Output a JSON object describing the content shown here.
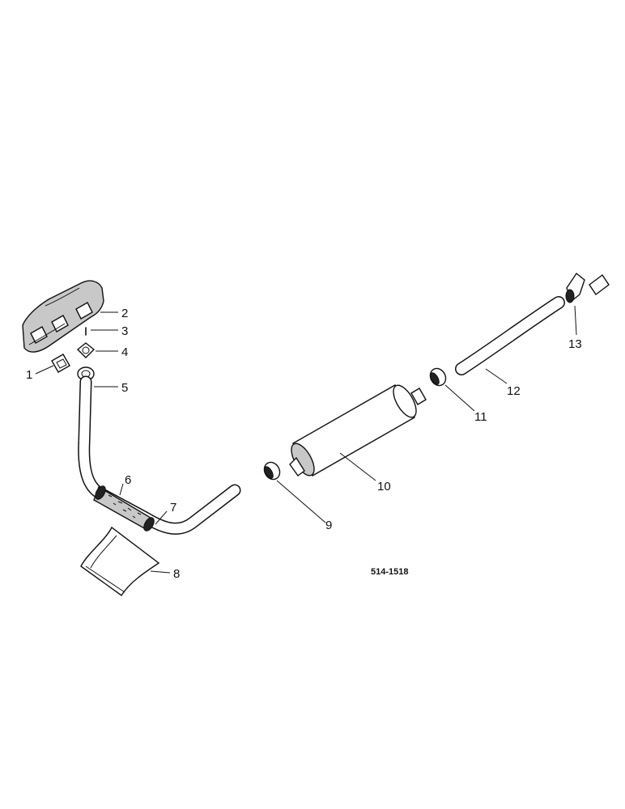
{
  "diagram": {
    "reference_code": "514-1518",
    "callouts": [
      {
        "id": "1",
        "text": "1"
      },
      {
        "id": "2",
        "text": "2"
      },
      {
        "id": "3",
        "text": "3"
      },
      {
        "id": "4",
        "text": "4"
      },
      {
        "id": "5",
        "text": "5"
      },
      {
        "id": "6",
        "text": "6"
      },
      {
        "id": "7",
        "text": "7"
      },
      {
        "id": "8",
        "text": "8"
      },
      {
        "id": "9",
        "text": "9"
      },
      {
        "id": "10",
        "text": "10"
      },
      {
        "id": "11",
        "text": "11"
      },
      {
        "id": "12",
        "text": "12"
      },
      {
        "id": "13",
        "text": "13"
      }
    ]
  }
}
